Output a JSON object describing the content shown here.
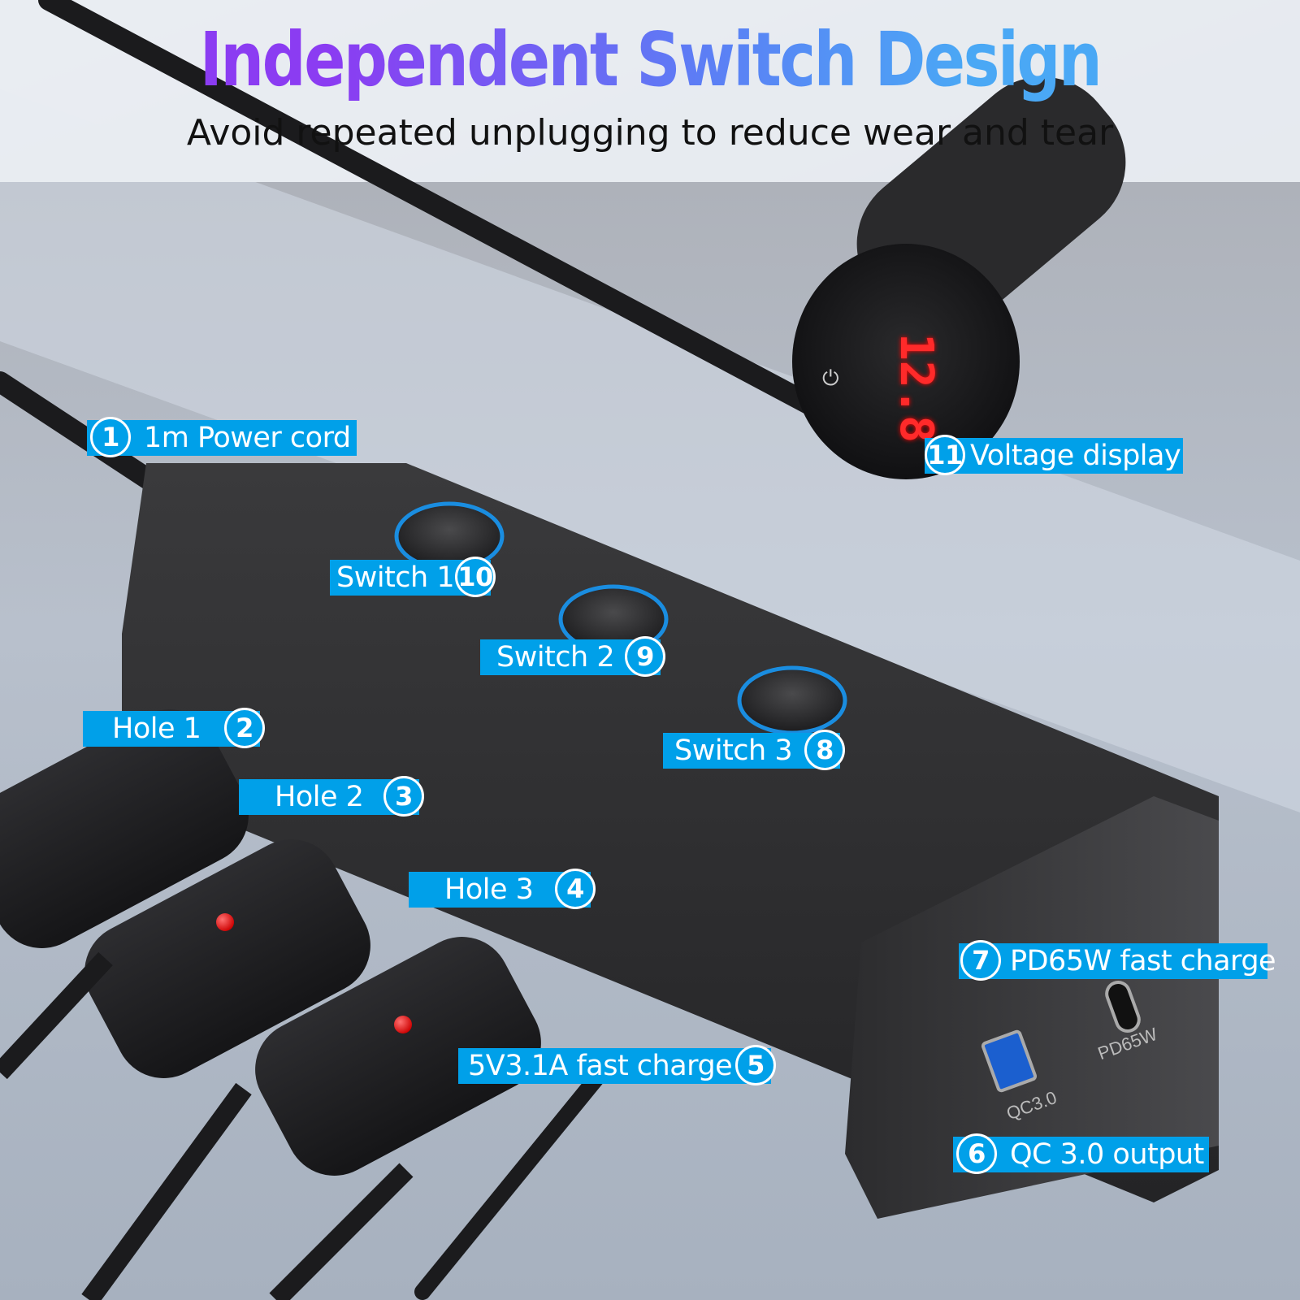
{
  "header": {
    "title": "Independent Switch Design",
    "subtitle": "Avoid repeated unplugging to reduce wear and tear"
  },
  "device": {
    "display_value": "12.8",
    "port_qc": "QC3.0",
    "port_pd": "PD65W"
  },
  "colors": {
    "label_bg": "#00a0e9",
    "title_start": "#8b3cf2",
    "title_end": "#4aa8f5"
  },
  "callouts": [
    {
      "num": "1",
      "text": "1m Power cord"
    },
    {
      "num": "2",
      "text": "Hole 1"
    },
    {
      "num": "3",
      "text": "Hole 2"
    },
    {
      "num": "4",
      "text": "Hole 3"
    },
    {
      "num": "5",
      "text": "5V3.1A fast charge"
    },
    {
      "num": "6",
      "text": "QC 3.0 output"
    },
    {
      "num": "7",
      "text": "PD65W fast charge"
    },
    {
      "num": "8",
      "text": "Switch 3"
    },
    {
      "num": "9",
      "text": "Switch 2"
    },
    {
      "num": "10",
      "text": "Switch 1"
    },
    {
      "num": "11",
      "text": "Voltage display"
    }
  ]
}
